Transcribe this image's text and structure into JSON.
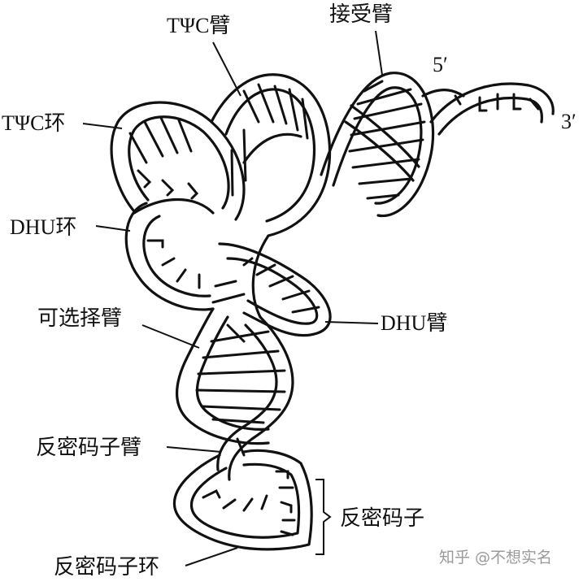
{
  "labels": {
    "tpsic_arm": "TΨC臂",
    "acceptor_arm": "接受臂",
    "five_prime": "5′",
    "three_prime": "3′",
    "tpsic_loop": "TΨC环",
    "dhu_loop": "DHU环",
    "variable_arm": "可选择臂",
    "dhu_arm": "DHU臂",
    "anticodon_arm": "反密码子臂",
    "anticodon": "反密码子",
    "anticodon_loop": "反密码子环"
  },
  "watermark": "知乎 @不想实名"
}
